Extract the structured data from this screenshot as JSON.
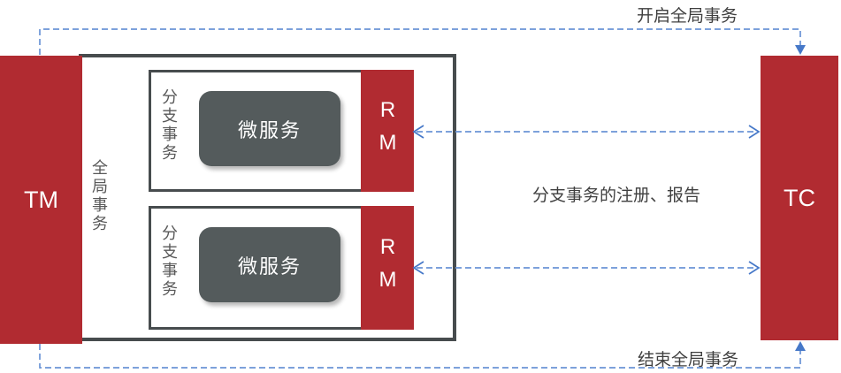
{
  "colors": {
    "red": "#B12B31",
    "dark_box": "#545B5C",
    "border": "#474C4E",
    "blue_line": "#6B94D6",
    "blue_head": "#4678C8",
    "label_text": "#3F3F3F",
    "muted_text": "#595959"
  },
  "nodes": {
    "tm": {
      "label": "TM"
    },
    "tc": {
      "label": "TC"
    },
    "global_transaction": {
      "label": "全局事务"
    },
    "branches": [
      {
        "label": "分支事务",
        "service": "微服务",
        "rm": "RM"
      },
      {
        "label": "分支事务",
        "service": "微服务",
        "rm": "RM"
      }
    ]
  },
  "edges": {
    "begin_global": {
      "label": "开启全局事务",
      "from": "TM",
      "to": "TC"
    },
    "branch_register": {
      "label": "分支事务的注册、报告",
      "from": "RM",
      "to": "TC"
    },
    "end_global": {
      "label": "结束全局事务",
      "from": "TM",
      "to": "TC"
    }
  }
}
